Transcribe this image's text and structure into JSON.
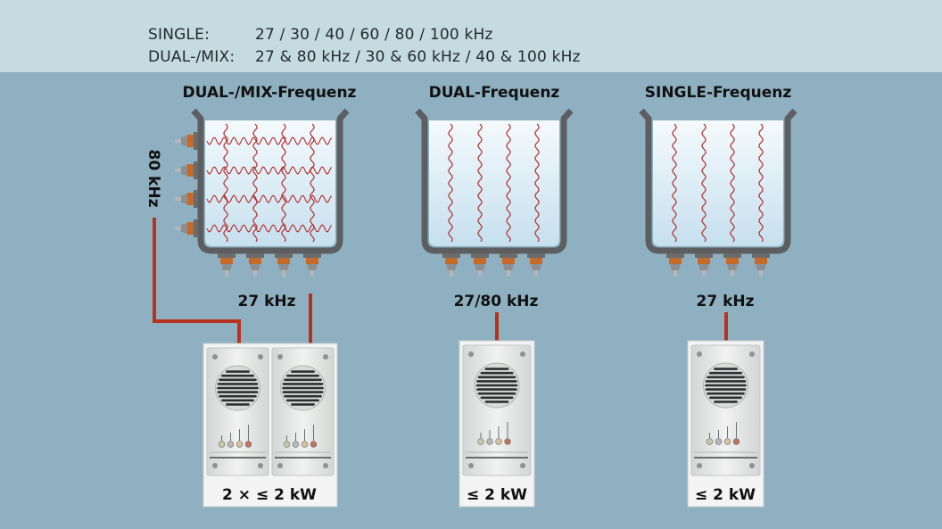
{
  "header": {
    "single_label": "SINGLE:",
    "single_values": "27 / 30 / 40 / 60 / 80 / 100 kHz",
    "dual_label": "DUAL-/MIX:",
    "dual_values": "27 & 80 kHz / 30 & 60 kHz / 40 & 100 kHz"
  },
  "systems": [
    {
      "title": "DUAL-/MIX-Frequenz",
      "bottom_freq": "27 kHz",
      "side_freq": "80 kHz",
      "power": "2 × ≤ 2 kW"
    },
    {
      "title": "DUAL-Frequenz",
      "bottom_freq": "27/80 kHz",
      "power": "≤ 2 kW"
    },
    {
      "title": "SINGLE-Frequenz",
      "bottom_freq": "27 kHz",
      "power": "≤ 2 kW"
    }
  ],
  "colors": {
    "background": "#8fb0c0",
    "header_band": "#c7d9e1",
    "cable": "#b8321e",
    "wave": "#b52a2a",
    "tank": "#5d5e60",
    "liquid": "#ddeef6",
    "generator": "#e6e8e6"
  }
}
